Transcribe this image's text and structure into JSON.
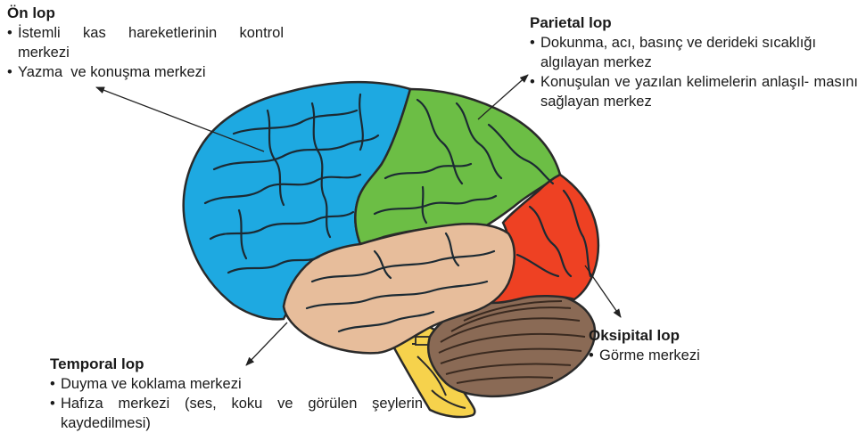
{
  "lobes": {
    "frontal": {
      "title": "Ön lop",
      "items": [
        "İstemli kas hareketlerinin kontrol merkezi",
        "Yazma  ve konuşma merkezi"
      ],
      "color": "#1ea9e1"
    },
    "parietal": {
      "title": "Parietal lop",
      "items": [
        "Dokunma, acı, basınç ve derideki sıcaklığı algılayan merkez",
        "Konuşulan ve yazılan kelimelerin anlaşıl- masını sağlayan merkez"
      ],
      "color": "#6cbe45"
    },
    "occipital": {
      "title": "Oksipital lop",
      "items": [
        "Görme merkezi"
      ],
      "color": "#ee4123"
    },
    "temporal": {
      "title": "Temporal lop",
      "items": [
        "Duyma ve koklama merkezi",
        "Hafıza merkezi (ses, koku ve görülen şeylerin kaydedilmesi)"
      ],
      "color": "#e7bd9b"
    }
  },
  "other_parts": {
    "cerebellum_color": "#8a6a55",
    "brainstem_color": "#f6d24c"
  },
  "bullet": "•"
}
